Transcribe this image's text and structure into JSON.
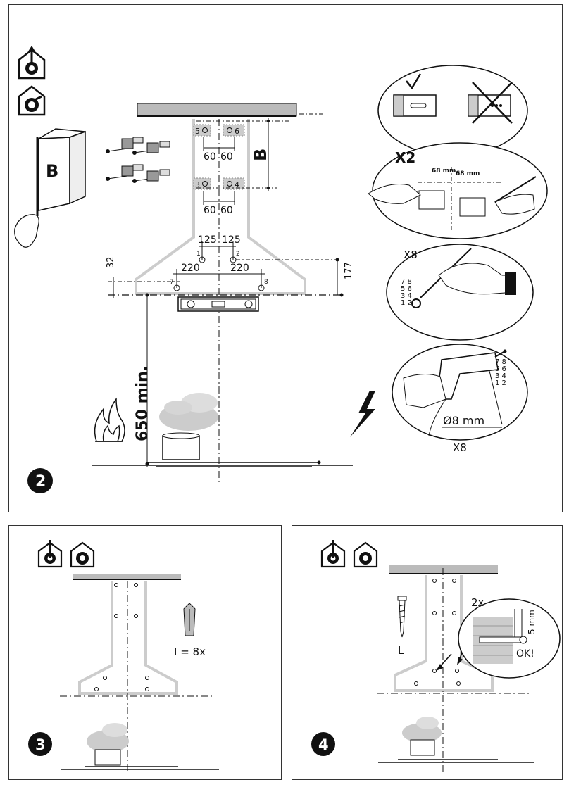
{
  "panel2": {
    "step_number": "2",
    "wall_part_label": "B",
    "dim_b_label": "B",
    "bracket_holes": [
      "5",
      "6",
      "3",
      "4"
    ],
    "dim_60_top_left": "60",
    "dim_60_top_right": "60",
    "dim_60_bottom_left": "60",
    "dim_60_bottom_right": "60",
    "dim_125_left": "125",
    "dim_125_right": "125",
    "hole_1": "1",
    "hole_2": "2",
    "hole_7": "7",
    "hole_8": "8",
    "dim_220_left": "220",
    "dim_220_right": "220",
    "dim_32": "32",
    "dim_177": "177",
    "min_height": "650 min.",
    "callout_x2": "X2",
    "callout_68_left": "68 mm",
    "callout_68_right": "68 mm",
    "callout_x8_mark": "X8",
    "mark_numbers": [
      "7 8",
      "5 6",
      "3 4",
      "1 2"
    ],
    "drill_numbers": [
      "7 8",
      "5 6",
      "3 4",
      "1 2"
    ],
    "drill_size": "Ø8 mm",
    "callout_x8_drill": "X8"
  },
  "panel3": {
    "step_number": "3",
    "plug_label": "I = 8x"
  },
  "panel4": {
    "step_number": "4",
    "screw_label": "L",
    "count_label": "2x",
    "depth_label": "5 mm",
    "ok_label": "OK!"
  },
  "icons": [
    "extraction-mode-icon",
    "recirculation-mode-icon"
  ]
}
